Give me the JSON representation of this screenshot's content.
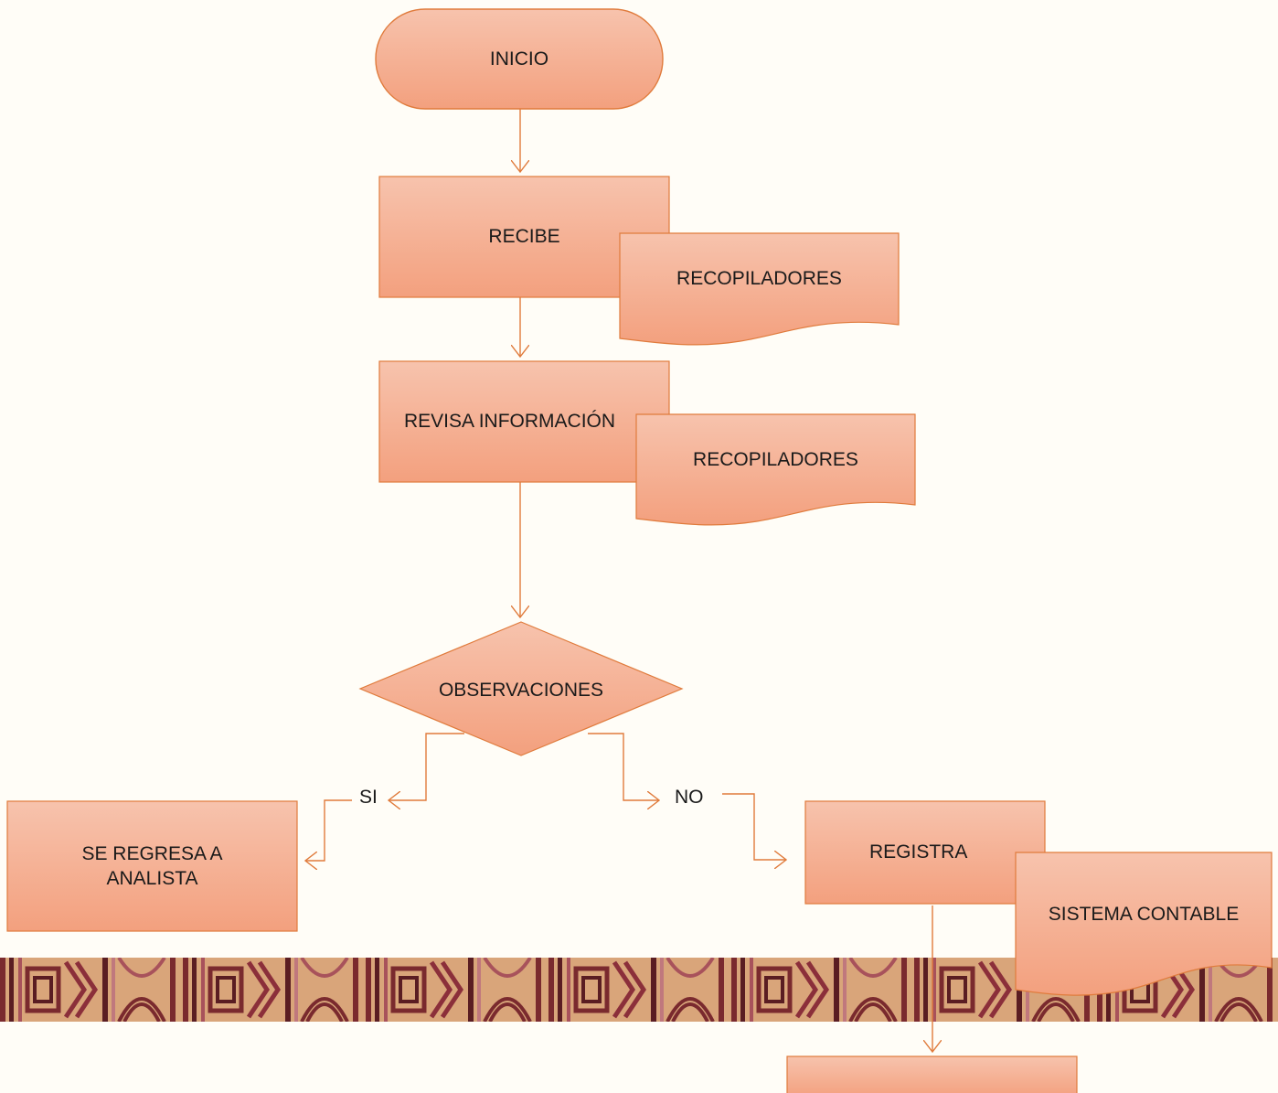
{
  "nodes": {
    "inicio": "INICIO",
    "recibe": "RECIBE",
    "recopiladores_1": "RECOPILADORES",
    "revisa": "REVISA INFORMACIÓN",
    "recopiladores_2": "RECOPILADORES",
    "observaciones": "OBSERVACIONES",
    "se_regresa": "SE REGRESA A ANALISTA",
    "registra": "REGISTRA",
    "sistema_contable": "SISTEMA CONTABLE",
    "final_box": ""
  },
  "edge_labels": {
    "si": "SI",
    "no": "NO"
  },
  "colors": {
    "fill_top": "#f7c3ad",
    "fill_bottom": "#f3a07e",
    "stroke": "#e07b3c",
    "banner_dark": "#7a2a2e",
    "banner_light": "#e8c29a"
  }
}
